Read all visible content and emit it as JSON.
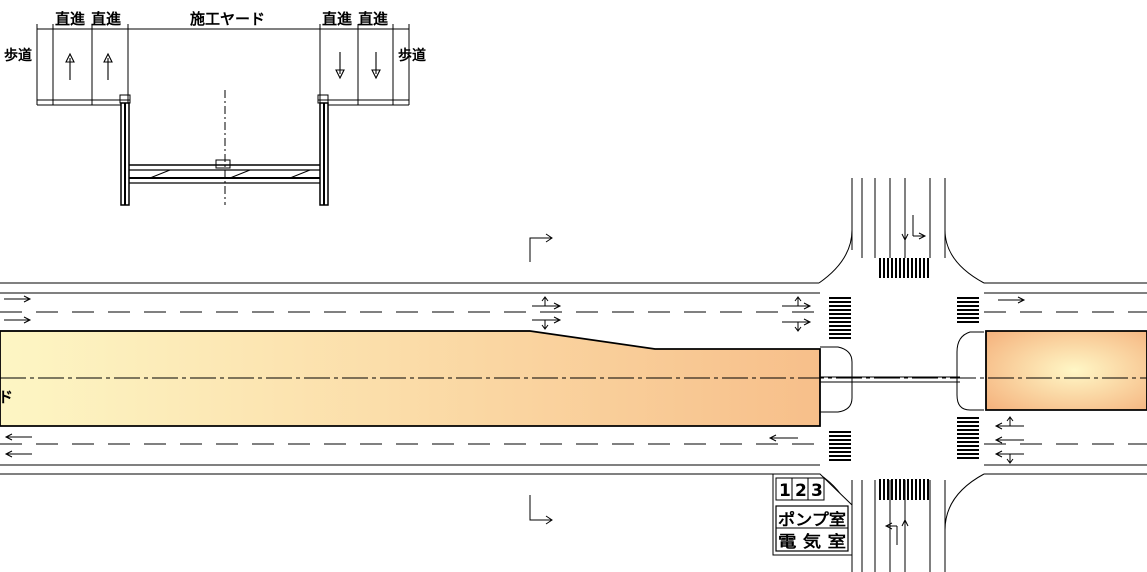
{
  "section": {
    "labels": {
      "lane_1": "直進",
      "lane_2": "直進",
      "yard": "施工ヤード",
      "lane_3": "直進",
      "lane_4": "直進",
      "sidewalk_left": "歩道",
      "sidewalk_right": "歩道"
    }
  },
  "plan": {
    "yard_label_fragment": "ド"
  },
  "facility": {
    "numbers": [
      "1",
      "2",
      "3"
    ],
    "pump_room": "ポンプ室",
    "electric_room": "電 気 室"
  },
  "colors": {
    "yard_fill_light": "#fdf6c4",
    "yard_fill_dark": "#f7bf8a",
    "line": "#000000"
  }
}
